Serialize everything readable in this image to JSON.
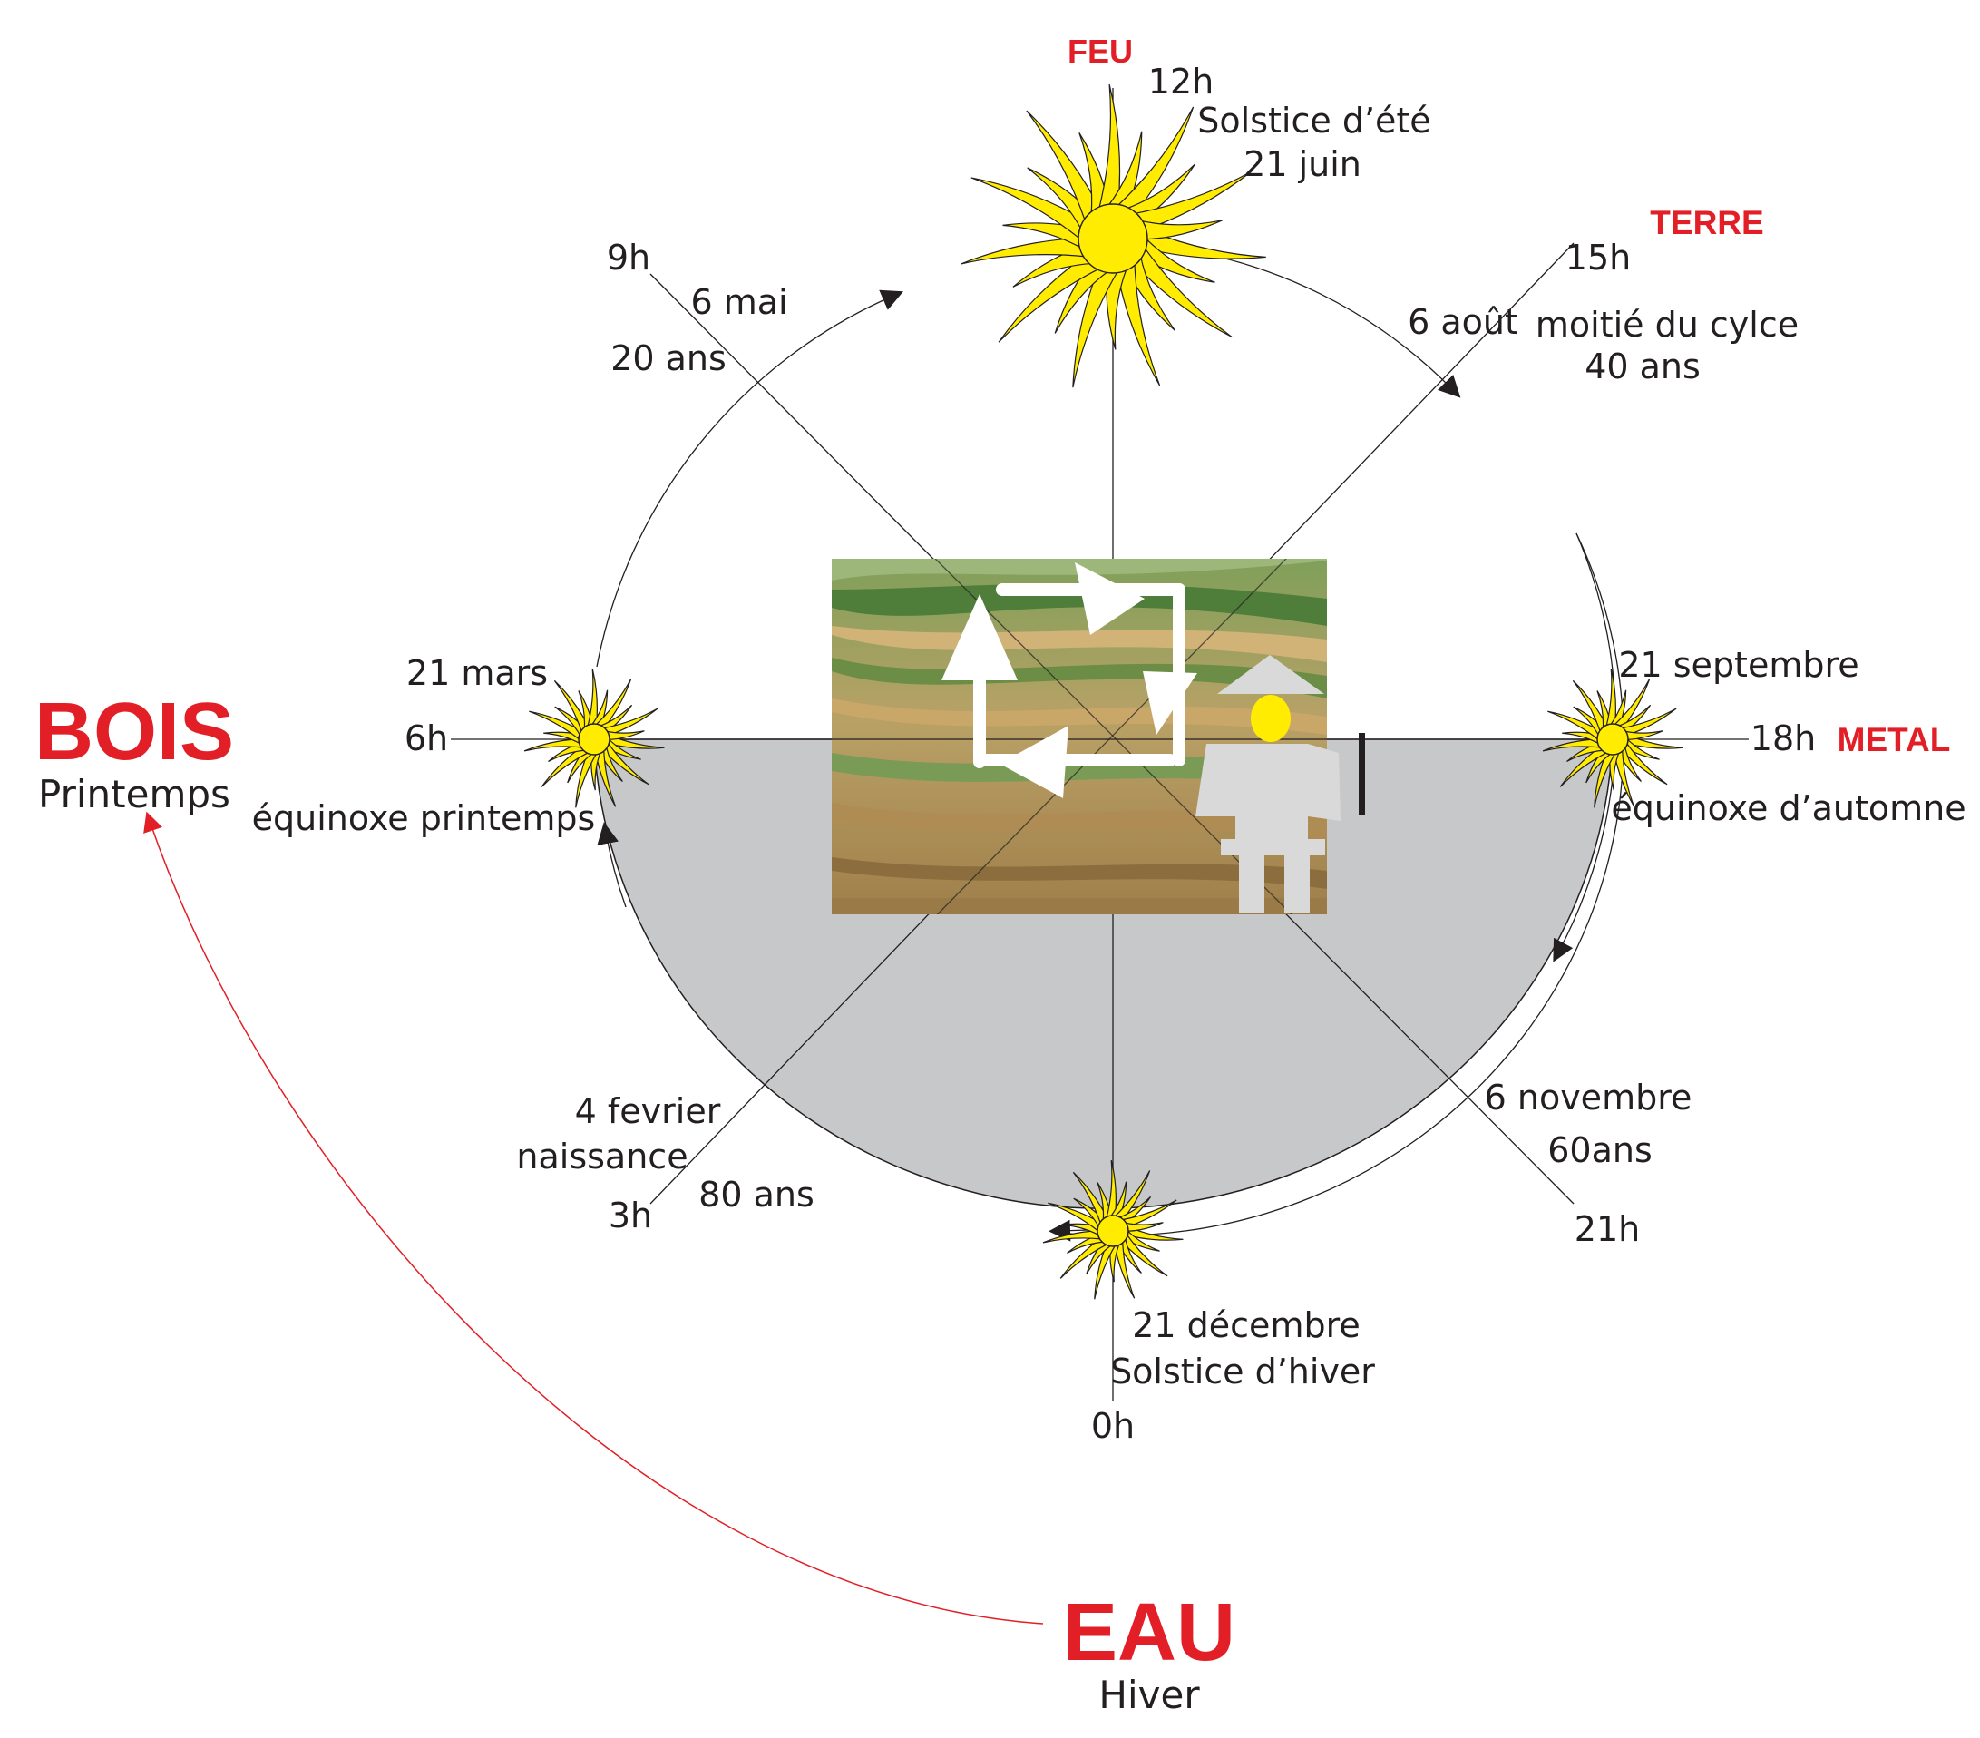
{
  "elements": {
    "fire": "FEU",
    "earth": "TERRE",
    "metal": "METAL",
    "wood": "BOIS",
    "wood_season": "Printemps",
    "water": "EAU",
    "water_season": "Hiver"
  },
  "hours": {
    "h12": "12h",
    "h15": "15h",
    "h18": "18h",
    "h21": "21h",
    "h0": "0h",
    "h3": "3h",
    "h6": "6h",
    "h9": "9h"
  },
  "labels": {
    "summer_solstice": "Solstice d’été",
    "june_21": "21 juin",
    "aug_6": "6 août",
    "half_cycle": "moitié du cylce",
    "age_40": "40 ans",
    "sep_21": "21 septembre",
    "autumn_equinox": "équinoxe d’automne",
    "nov_6": "6 novembre",
    "age_60": "60ans",
    "dec_21": "21 décembre",
    "winter_solstice": "Solstice d’hiver",
    "feb_4": "4 fevrier",
    "birth": "naissance",
    "age_80": "80 ans",
    "mar_21": "21 mars",
    "spring_equinox": "équinoxe printemps",
    "may_6": "6 mai",
    "age_20": "20 ans"
  },
  "colors": {
    "element_red": "#e21f26",
    "night_gray": "#c7c8c9",
    "sun_yellow": "#ffec00"
  },
  "icons": [
    "sun-icon",
    "cycle-arrows-icon",
    "farmer-icon",
    "fields-photo"
  ]
}
